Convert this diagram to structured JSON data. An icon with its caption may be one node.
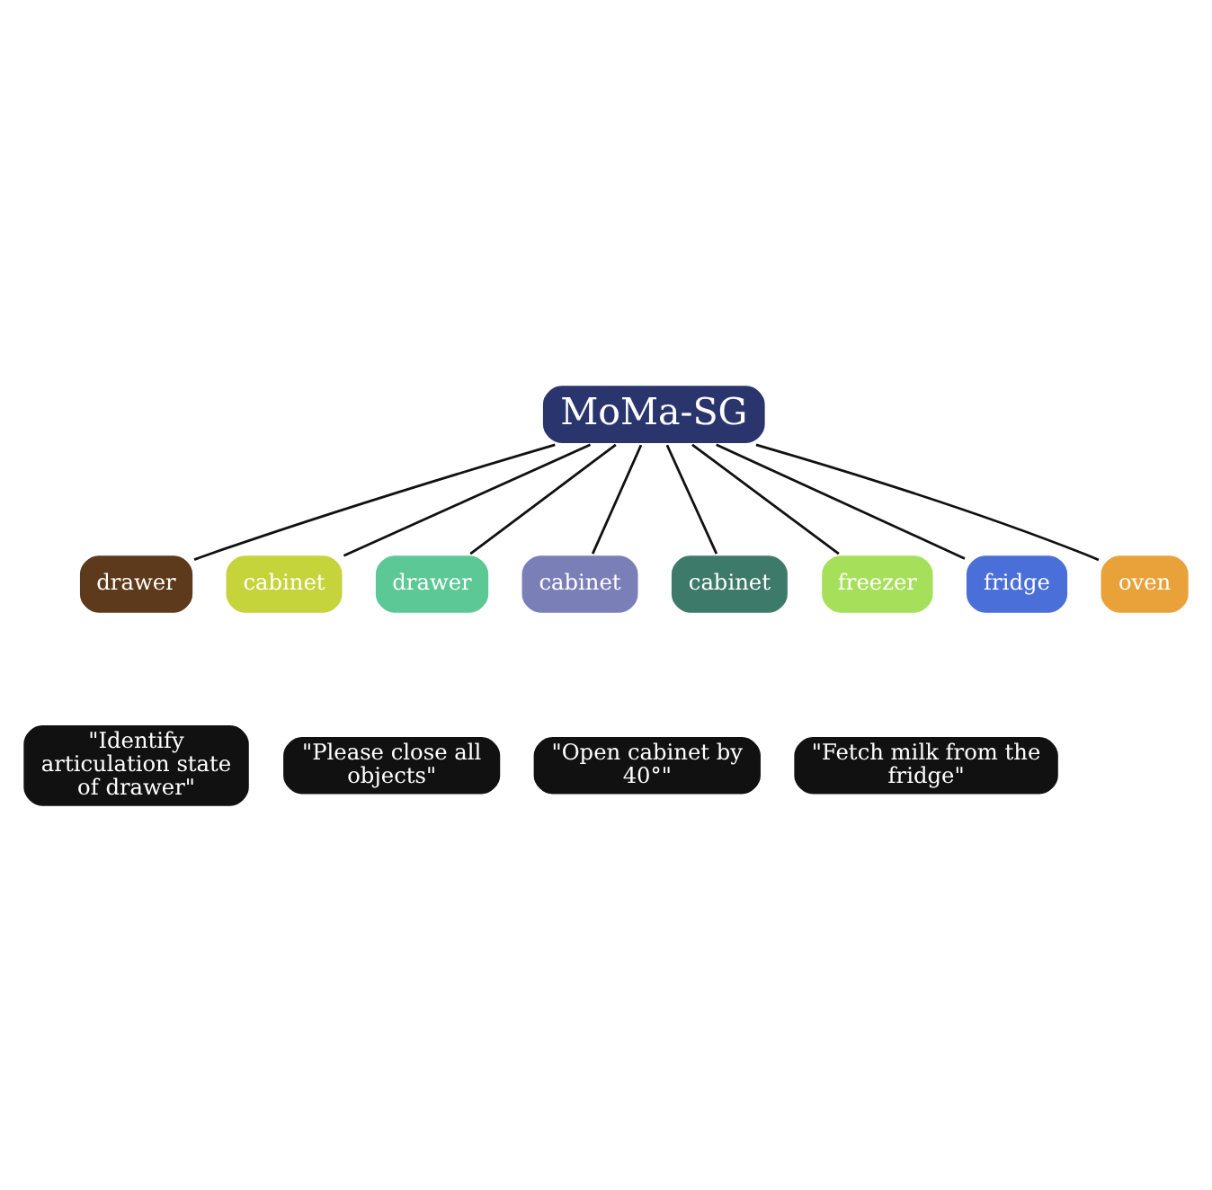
{
  "diagram": {
    "nodes": [
      {
        "text": [
          "MoMa-SG"
        ]
      },
      {
        "text": [
          "drawer"
        ]
      },
      {
        "text": [
          "cabinet"
        ]
      },
      {
        "text": [
          "drawer"
        ]
      },
      {
        "text": [
          "cabinet"
        ]
      },
      {
        "text": [
          "cabinet"
        ]
      },
      {
        "text": [
          "freezer"
        ]
      },
      {
        "text": [
          "fridge"
        ]
      },
      {
        "text": [
          "oven"
        ]
      },
      {
        "text": [
          "\"Identify articulation state of drawer\""
        ]
      },
      {
        "text": [
          "\"Please close all objects\""
        ]
      },
      {
        "text": [
          "\"Open cabinet by 40°\""
        ]
      },
      {
        "text": [
          "\"Fetch milk from the fridge\""
        ]
      }
    ],
    "edges": [
      {
        "from": 0,
        "to": 1,
        "arrow": "none"
      },
      {
        "from": 0,
        "to": 2,
        "arrow": "none"
      },
      {
        "from": 0,
        "to": 3,
        "arrow": "none"
      },
      {
        "from": 0,
        "to": 4,
        "arrow": "none"
      },
      {
        "from": 0,
        "to": 5,
        "arrow": "none"
      },
      {
        "from": 0,
        "to": 6,
        "arrow": "none"
      },
      {
        "from": 0,
        "to": 7,
        "arrow": "none"
      },
      {
        "from": 0,
        "to": 8,
        "arrow": "none"
      }
    ]
  }
}
